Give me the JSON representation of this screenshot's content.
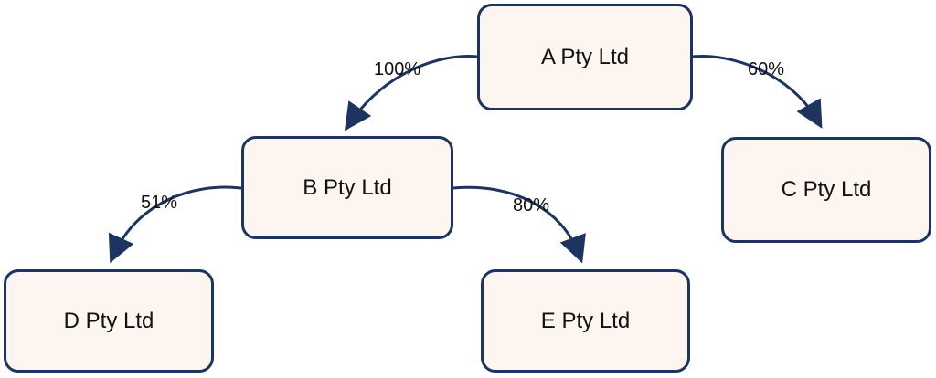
{
  "entities": {
    "a": "A Pty Ltd",
    "b": "B Pty Ltd",
    "c": "C Pty Ltd",
    "d": "D Pty Ltd",
    "e": "E Pty Ltd"
  },
  "ownership": {
    "a_to_b": "100%",
    "a_to_c": "60%",
    "b_to_d": "51%",
    "b_to_e": "80%"
  },
  "colors": {
    "line": "#1d3461",
    "box_fill": "#fdf5ef",
    "box_border": "#1d3461"
  }
}
